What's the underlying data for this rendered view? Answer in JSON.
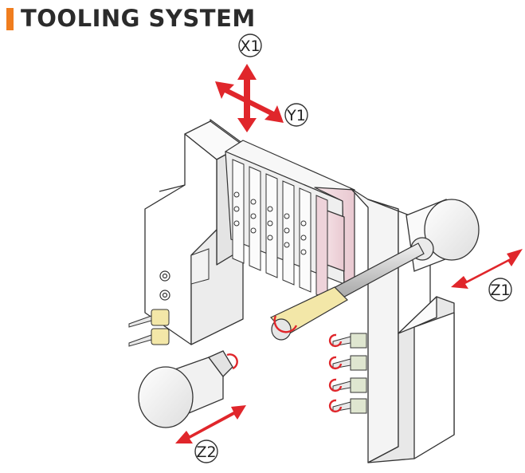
{
  "header": {
    "title": "TOOLING SYSTEM",
    "accent_color": "#f07d1e"
  },
  "diagram": {
    "arrow_color": "#e0262b",
    "axes": [
      {
        "id": "x1",
        "label": "X1"
      },
      {
        "id": "y1",
        "label": "Y1"
      },
      {
        "id": "z1",
        "label": "Z1"
      },
      {
        "id": "z2",
        "label": "Z2"
      }
    ]
  }
}
